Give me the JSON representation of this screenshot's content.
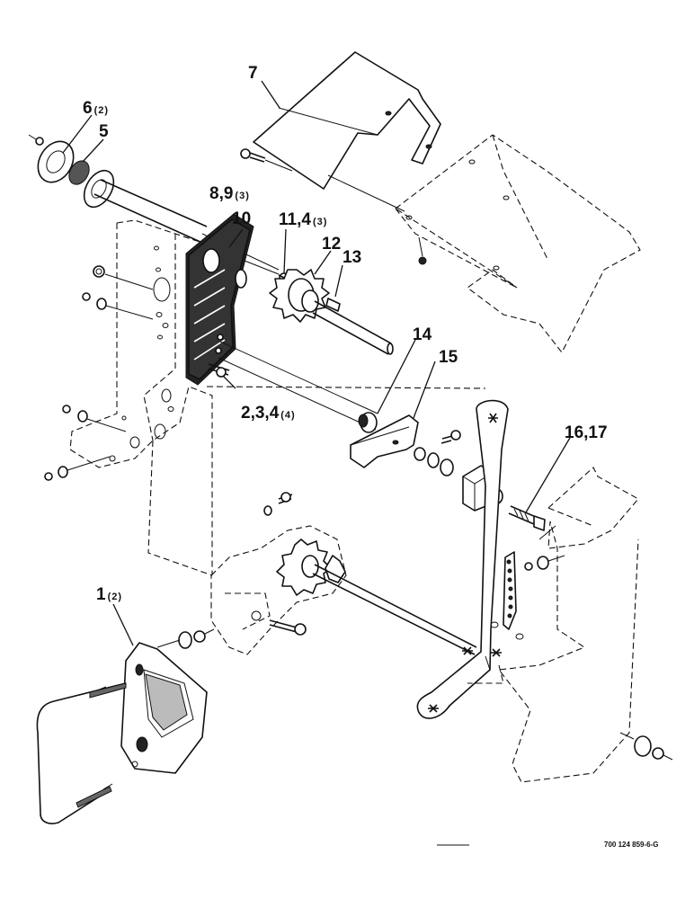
{
  "callouts": [
    {
      "id": "c7",
      "main": "7",
      "qty": ""
    },
    {
      "id": "c6",
      "main": "6",
      "qty": "(2)"
    },
    {
      "id": "c5",
      "main": "5",
      "qty": ""
    },
    {
      "id": "c89",
      "main": "8,9",
      "qty": "(3)"
    },
    {
      "id": "c10",
      "main": "10",
      "qty": ""
    },
    {
      "id": "c114",
      "main": "11,4",
      "qty": "(3)"
    },
    {
      "id": "c12",
      "main": "12",
      "qty": ""
    },
    {
      "id": "c13",
      "main": "13",
      "qty": ""
    },
    {
      "id": "c14",
      "main": "14",
      "qty": ""
    },
    {
      "id": "c15",
      "main": "15",
      "qty": ""
    },
    {
      "id": "c234",
      "main": "2,3,4",
      "qty": "(4)"
    },
    {
      "id": "c1617",
      "main": "16,17",
      "qty": ""
    },
    {
      "id": "c1",
      "main": "1",
      "qty": "(2)"
    }
  ],
  "figure_id": "700 124 859-6-G"
}
